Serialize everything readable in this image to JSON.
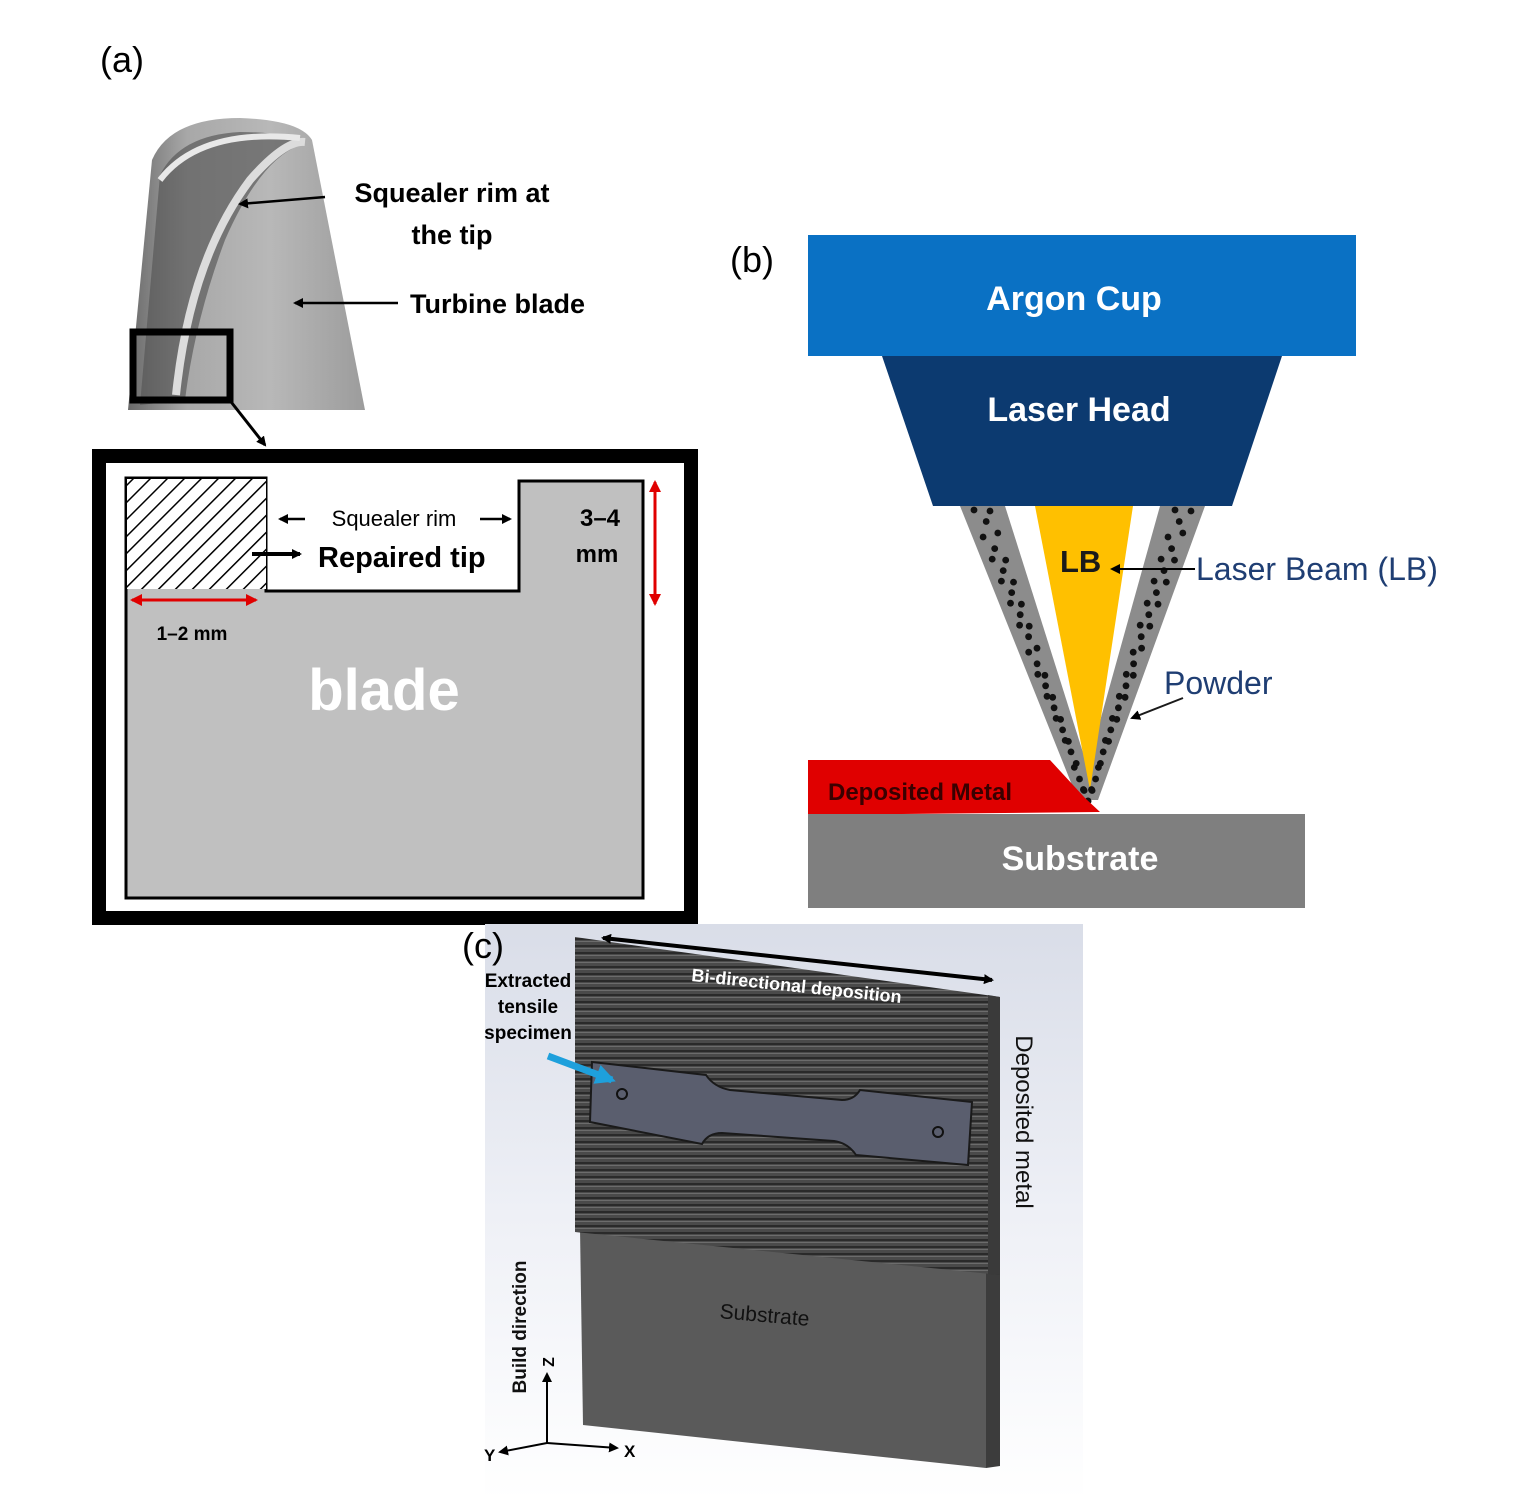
{
  "panel_a": {
    "label": "(a)",
    "callout_squealer_line1": "Squealer rim at",
    "callout_squealer_line2": "the tip",
    "callout_turbine": "Turbine blade",
    "detail": {
      "squealer_rim": "Squealer rim",
      "repaired_tip": "Repaired tip",
      "height_line1": "3–4",
      "height_line2": "mm",
      "width": "1–2 mm",
      "blade": "blade"
    }
  },
  "panel_b": {
    "label": "(b)",
    "argon_cup": "Argon Cup",
    "laser_head": "Laser Head",
    "lb": "LB",
    "laser_beam": "Laser Beam (LB)",
    "powder": "Powder",
    "deposited_metal": "Deposited Metal",
    "substrate": "Substrate"
  },
  "panel_c": {
    "label": "(c)",
    "bidirectional": "Bi-directional deposition",
    "extracted_line1": "Extracted",
    "extracted_line2": "tensile",
    "extracted_line3": "specimen",
    "deposited_metal": "Deposited metal",
    "substrate": "Substrate",
    "build_direction": "Build direction",
    "axis_z": "Z",
    "axis_x": "X",
    "axis_y": "Y"
  },
  "colors": {
    "argon_cup": "#0a71c4",
    "laser_head": "#0c3a70",
    "laser_beam": "#ffc000",
    "deposited_metal": "#e00000",
    "substrate_b": "#7f7f7f",
    "blade_gray": "#c0c0c0",
    "dimension_red": "#e00000",
    "specimen_arrow": "#1ea0dc"
  }
}
